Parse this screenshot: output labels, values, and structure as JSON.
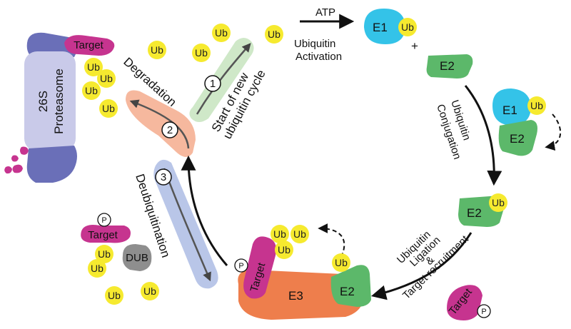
{
  "colors": {
    "ubiquitin": "#f6ea2f",
    "target": "#c6348f",
    "proteasome_body": "#c9cae9",
    "proteasome_cap": "#6a6fb8",
    "e1": "#34c3e8",
    "e2": "#5cb86a",
    "e3": "#ee7e4c",
    "dub": "#8e8e8e",
    "step1_band": "#cfe8c8",
    "step2_band": "#f6b89e",
    "step3_band": "#b9c6e8",
    "degradation_text": "#e8323a",
    "cycle_text": "#2bb14a",
    "deubiq_text": "#2a7ec1"
  },
  "labels": {
    "ub": "Ub",
    "target": "Target",
    "e1": "E1",
    "e2": "E2",
    "e3": "E3",
    "dub": "DUB",
    "phospho": "P",
    "plus": "+",
    "proteasome_26s": "26S",
    "proteasome_name": "Proteasome",
    "atp": "ATP",
    "activation_line1": "Ubiquitin",
    "activation_line2": "Activation",
    "conjugation_line1": "Ubiquitin",
    "conjugation_line2": "Conjugation",
    "ligation_line1": "Ubiquitin",
    "ligation_line2": "Ligation",
    "ligation_line3": "&",
    "ligation_line4": "Target recruitment",
    "degradation": "Degradation",
    "cycle_line1": "Start of new",
    "cycle_line2": "ubiquitin cycle",
    "deubiquitination": "Deubiquitination",
    "step1": "1",
    "step2": "2",
    "step3": "3"
  }
}
